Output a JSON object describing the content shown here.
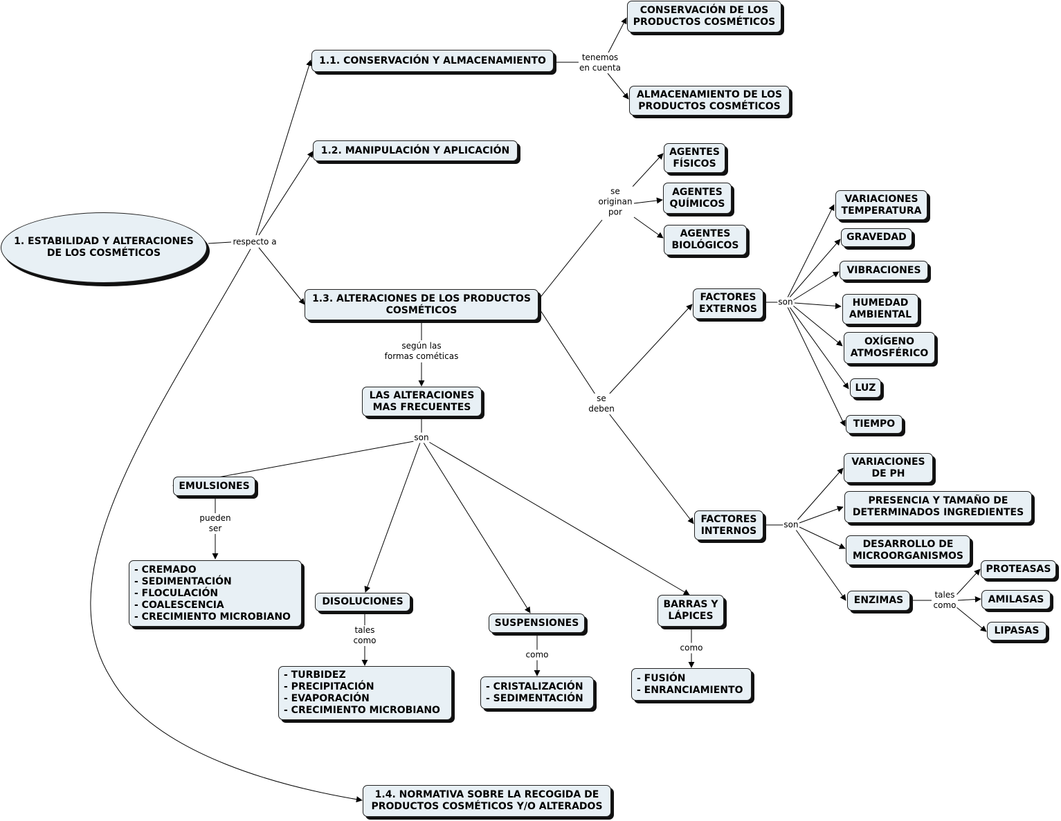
{
  "nodes": {
    "root": "1. ESTABILIDAD Y ALTERACIONES\nDE LOS COSMÉTICOS",
    "conservacion_almacenamiento": "1.1. CONSERVACIÓN Y ALMACENAMIENTO",
    "conservacion_productos": "CONSERVACIÓN DE LOS\nPRODUCTOS COSMÉTICOS",
    "almacenamiento_productos": "ALMACENAMIENTO DE LOS\nPRODUCTOS COSMÉTICOS",
    "manipulacion": "1.2. MANIPULACIÓN Y APLICACIÓN",
    "alteraciones": "1.3. ALTERACIONES DE LOS PRODUCTOS\nCOSMÉTICOS",
    "agentes_fisicos": "AGENTES\nFÍSICOS",
    "agentes_quimicos": "AGENTES\nQUÍMICOS",
    "agentes_biologicos": "AGENTES\nBIOLÓGICOS",
    "factores_externos": "FACTORES\nEXTERNOS",
    "variaciones_temperatura": "VARIACIONES\nTEMPERATURA",
    "gravedad": "GRAVEDAD",
    "vibraciones": "VIBRACIONES",
    "humedad": "HUMEDAD\nAMBIENTAL",
    "oxigeno": "OXÍGENO\nATMOSFÉRICO",
    "luz": "LUZ",
    "tiempo": "TIEMPO",
    "factores_internos": "FACTORES\nINTERNOS",
    "variaciones_ph": "VARIACIONES\nDE PH",
    "presencia_ingredientes": "PRESENCIA Y TAMAÑO DE\nDETERMINADOS INGREDIENTES",
    "desarrollo_microorganismos": "DESARROLLO DE\nMICROORGANISMOS",
    "enzimas": "ENZIMAS",
    "proteasas": "PROTEASAS",
    "amilasas": "AMILASAS",
    "lipasas": "LIPASAS",
    "alteraciones_frecuentes": "LAS ALTERACIONES\nMAS FRECUENTES",
    "emulsiones": "EMULSIONES",
    "emulsiones_lista": "- CREMADO\n- SEDIMENTACIÓN\n- FLOCULACIÓN\n- COALESCENCIA\n- CRECIMIENTO MICROBIANO",
    "disoluciones": "DISOLUCIONES",
    "disoluciones_lista": "- TURBIDEZ\n- PRECIPITACIÓN\n- EVAPORACIÓN\n- CRECIMIENTO MICROBIANO",
    "suspensiones": "SUSPENSIONES",
    "suspensiones_lista": "- CRISTALIZACIÓN\n- SEDIMENTACIÓN",
    "barras": "BARRAS Y\nLÁPICES",
    "barras_lista": "- FUSIÓN\n- ENRANCIAMIENTO",
    "normativa": "1.4. NORMATIVA SOBRE LA RECOGIDA DE\nPRODUCTOS COSMÉTICOS Y/O ALTERADOS"
  },
  "links": {
    "respecto_a": "respecto a",
    "tenemos_en_cuenta": "tenemos\nen cuenta",
    "se_originan_por": "se\noriginan\npor",
    "se_deben": "se\ndeben",
    "son_externos": "son",
    "son_internos": "son",
    "tales_como_enzimas": "tales\ncomo",
    "segun_formas": "según las\nformas cométicas",
    "son_alteraciones": "son",
    "pueden_ser": "pueden\nser",
    "tales_como_disoluciones": "tales\ncomo",
    "como_suspensiones": "como",
    "como_barras": "como"
  },
  "colors": {
    "node_fill": "#e8f0f5",
    "border": "#222222",
    "shadow": "#111111",
    "line": "#000000"
  }
}
